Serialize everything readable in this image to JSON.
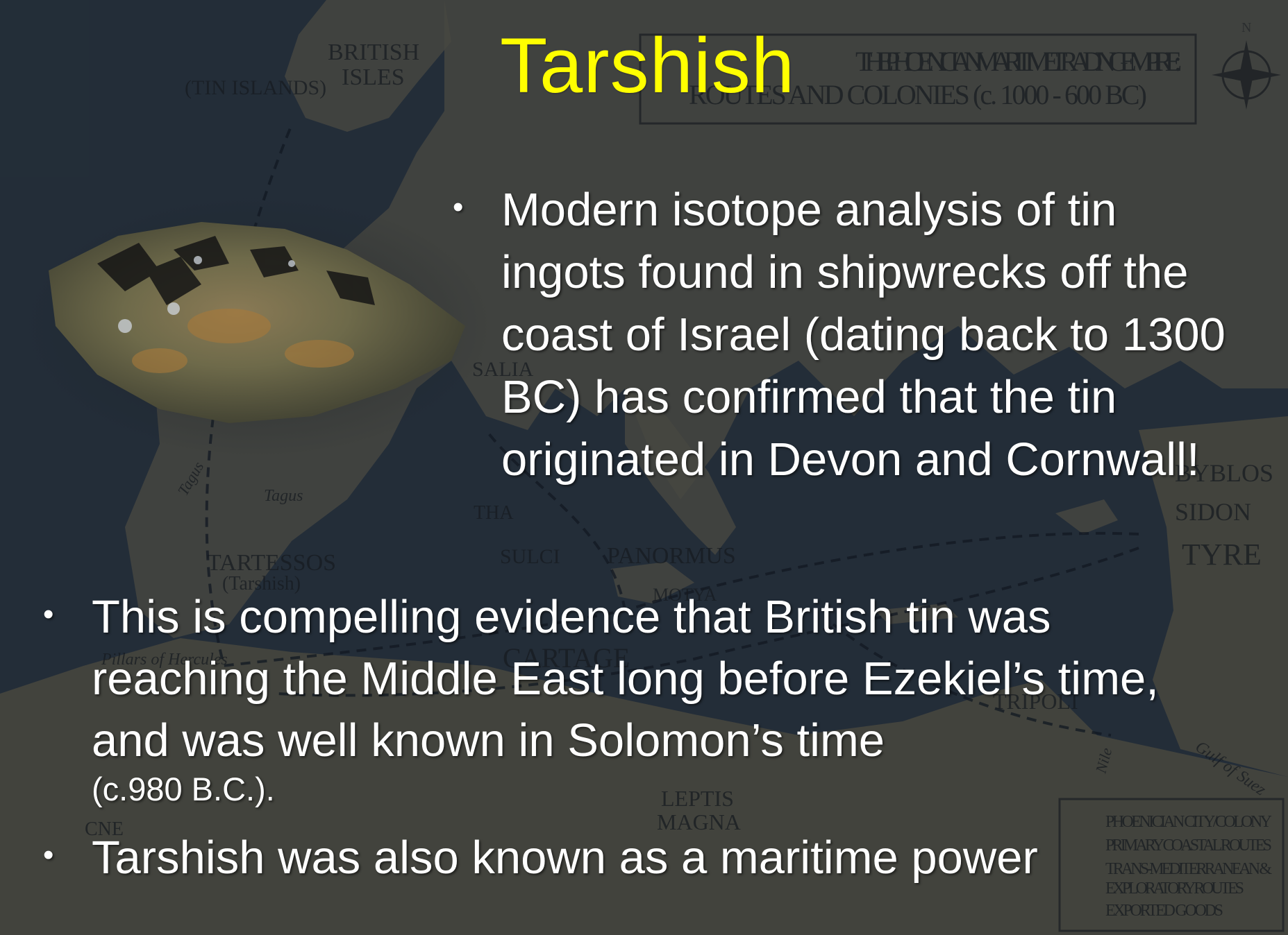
{
  "slide": {
    "title": "Tarshish",
    "bullets": [
      "Modern isotope analysis of tin ingots found in shipwrecks off the coast of Israel (dating back to 1300 BC) has confirmed that the tin originated in Devon and Cornwall!",
      "This is compelling evidence that British tin was reaching the Middle East long before Ezekiel’s time, and was well known in Solomon’s time",
      "Tarshish was also known as a maritime power"
    ],
    "bullet2_small": "(c.980 B.C.).",
    "bullet_glyph": "•",
    "title_color": "#ffff00"
  },
  "map": {
    "heading_line1": "THE PHOENICIAN MARITIME TRADING EMPIRE:",
    "heading_line2": "ROUTES AND COLONIES (c. 1000 - 600 BC)",
    "compass_letter": "N",
    "labels": {
      "british_isles": "BRITISH",
      "isles": "ISLES",
      "tin_islands": "(TIN ISLANDS)",
      "tagus_1": "Tagus",
      "tagus_2": "Tagus",
      "tartessos": "TARTESSOS",
      "tarshish": "(Tarshish)",
      "pillars": "Pillars of Hercules",
      "salia": "SALIA",
      "tha": "THA",
      "sulci": "SULCI",
      "panormus": "PANORMUS",
      "motya": "MOTYA",
      "cartage": "CARTAGE",
      "leptis": "LEPTIS",
      "magna": "MAGNA",
      "cne": "CNE",
      "byblos": "BYBLOS",
      "sidon": "SIDON",
      "tyre": "TYRE",
      "tripoli": "TRIPOLI",
      "gulf_of_suez": "Gulf of Suez",
      "nile": "Nile"
    },
    "legend": [
      "PHOENICIAN CITY/COLONY",
      "PRIMARY COASTAL ROUTES",
      "TRANS-MEDITERRANEAN &",
      "EXPLORATORY ROUTES",
      "EXPORTED GOODS"
    ]
  }
}
